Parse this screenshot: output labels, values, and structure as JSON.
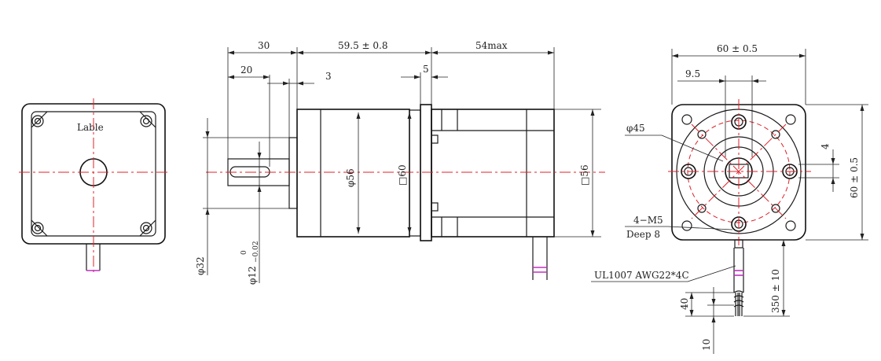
{
  "colors": {
    "line": "#1a1a1a",
    "center_line": "#e0202a",
    "cable_band": "#c030c0"
  },
  "front_view": {
    "label": "Lable"
  },
  "side_view": {
    "dim_shaft": "30",
    "dim_gearbox": "59.5 ± 0.8",
    "dim_motor": "54max",
    "dim_key": "20",
    "dim_step": "3",
    "dim_flange": "5",
    "dia_gearbox": "φ56",
    "sq_flange": "□60",
    "sq_motor": "□56",
    "dia_boss": "φ32",
    "dia_shaft": "φ12",
    "dia_shaft_tol_upper": "0",
    "dia_shaft_tol_lower": "−0.02"
  },
  "end_view": {
    "dim_width": "60 ± 0.5",
    "dim_offset": "9.5",
    "dim_height": "60 ± 0.5",
    "dia_pcd": "φ45",
    "dim_small": "4",
    "holes_spec": "4−M5",
    "holes_depth": "Deep 8"
  },
  "cable": {
    "spec": "UL1007  AWG22*4C",
    "length": "350 ± 10",
    "strip_length": "40",
    "end_length": "10"
  }
}
